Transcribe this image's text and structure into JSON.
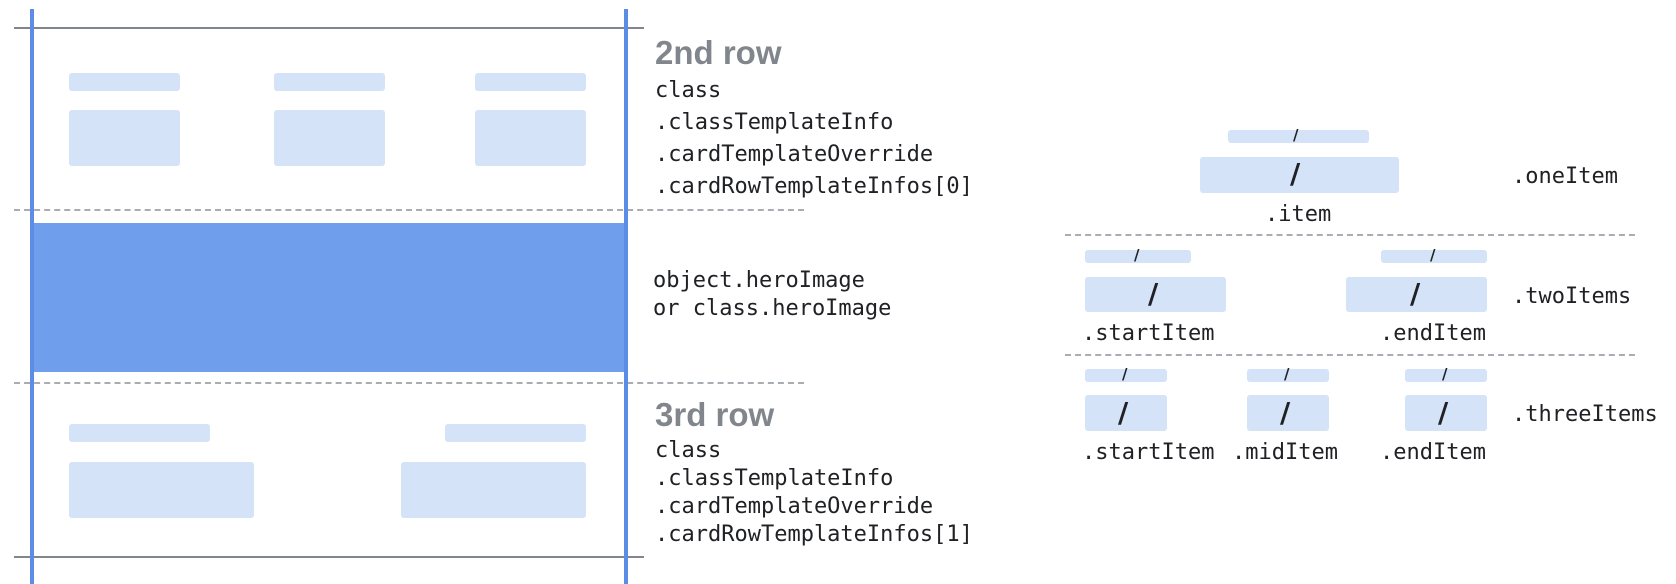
{
  "left_diagram": {
    "row2": {
      "heading": "2nd row",
      "code_lines": [
        "class",
        ".classTemplateInfo",
        ".cardTemplateOverride",
        ".cardRowTemplateInfos[0]"
      ]
    },
    "hero": {
      "lines": [
        "object.heroImage",
        "or class.heroImage"
      ]
    },
    "row3": {
      "heading": "3rd row",
      "code_lines": [
        "class",
        ".classTemplateInfo",
        ".cardTemplateOverride",
        ".cardRowTemplateInfos[1]"
      ]
    }
  },
  "right_diagram": {
    "slash": "/",
    "one_items": {
      "row_label": ".oneItem",
      "item_label": ".item"
    },
    "two_items": {
      "row_label": ".twoItems",
      "start_label": ".startItem",
      "end_label": ".endItem"
    },
    "three_items": {
      "row_label": ".threeItems",
      "start_label": ".startItem",
      "mid_label": ".midItem",
      "end_label": ".endItem"
    }
  },
  "colors": {
    "frame_blue": "#5b8ce6",
    "hero_blue": "#6f9eec",
    "placeholder": "#d5e3f8",
    "heading_gray": "#80868b"
  }
}
